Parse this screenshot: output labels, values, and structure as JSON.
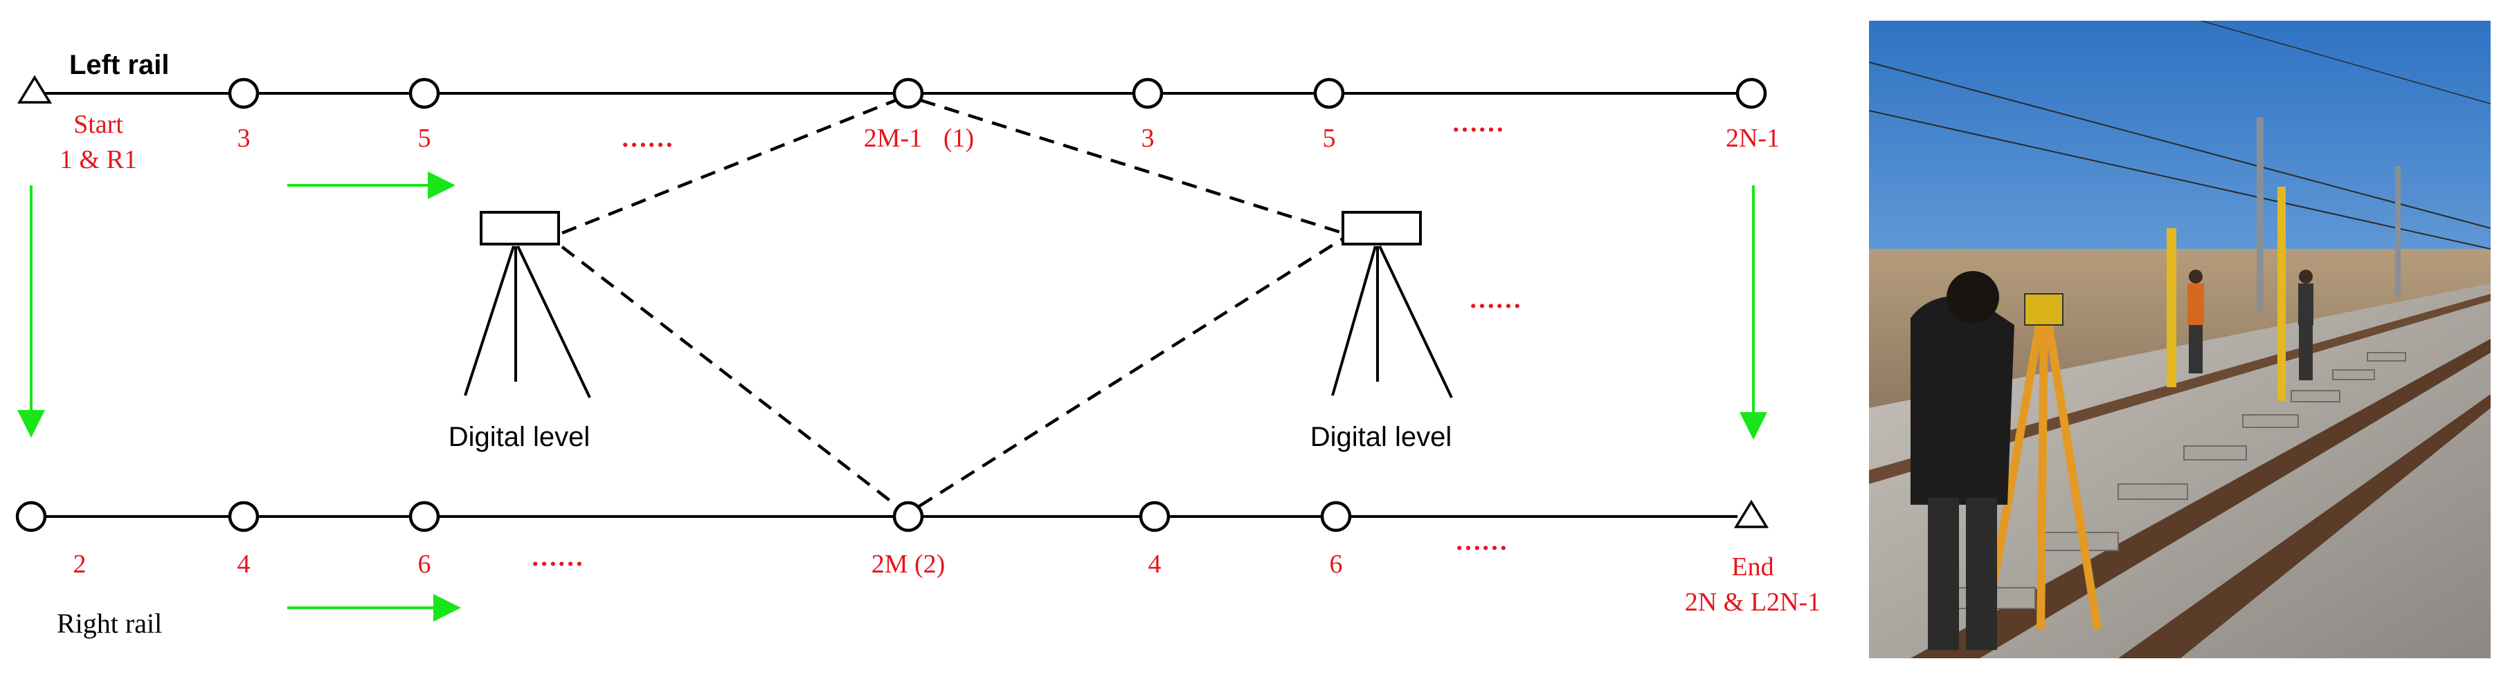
{
  "diagram": {
    "left_rail_label": "Left rail",
    "right_rail_label": "Right rail",
    "start_label_1": "Start",
    "start_label_2": "1 & R1",
    "end_label_1": "End",
    "end_label_2": "2N & L2N-1",
    "level_label_1": "Digital level",
    "level_label_2": "Digital level",
    "top_labels": [
      "3",
      "5",
      "2M-1",
      "(1)",
      "3",
      "5",
      "2N-1"
    ],
    "bottom_labels": [
      "2",
      "4",
      "6",
      "2M (2)",
      "4",
      "6"
    ],
    "ellipsis": "……",
    "colors": {
      "label_red": "#e8141b",
      "arrow_green": "#19e619",
      "line_black": "#000000"
    }
  },
  "photo": {
    "description_icon": "photo-surveyors-on-track"
  }
}
